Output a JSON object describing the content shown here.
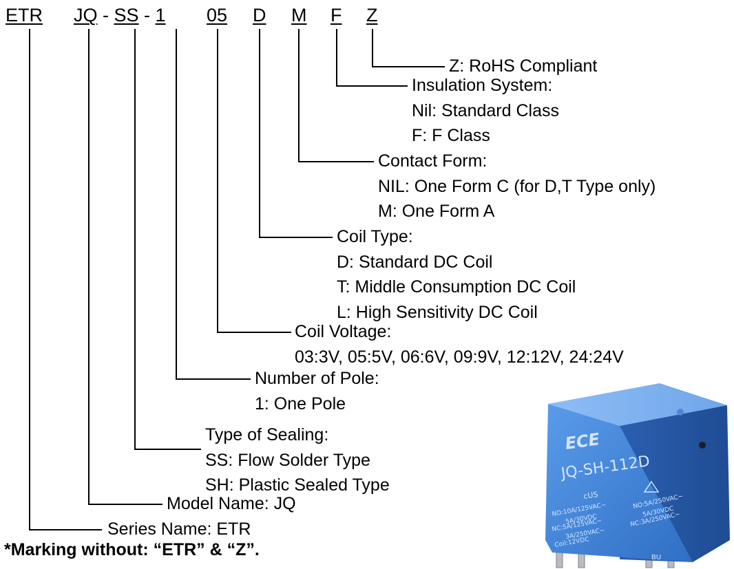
{
  "code": {
    "seg_etr": "ETR",
    "seg_jq": "JQ",
    "sep1": " - ",
    "seg_ss": "SS",
    "sep2": " - ",
    "seg_1": "1",
    "seg_05": "05",
    "seg_d": "D",
    "seg_m": "M",
    "seg_f": "F",
    "seg_z": "Z"
  },
  "z": {
    "line1": "Z: RoHS Compliant"
  },
  "f": {
    "line1": "Insulation System:",
    "line2": "Nil: Standard Class",
    "line3": "F: F Class"
  },
  "m": {
    "line1": "Contact Form:",
    "line2": "NIL: One Form C (for D,T Type only)",
    "line3": "M: One Form A"
  },
  "d": {
    "line1": "Coil Type:",
    "line2": "D: Standard DC Coil",
    "line3": "T: Middle Consumption DC Coil",
    "line4": "L: High Sensitivity DC Coil"
  },
  "voltage": {
    "line1": "Coil Voltage:",
    "line2": "03:3V, 05:5V, 06:6V, 09:9V, 12:12V, 24:24V"
  },
  "pole": {
    "line1": "Number of Pole:",
    "line2": "1: One Pole"
  },
  "sealing": {
    "line1": "Type of Sealing:",
    "line2": "SS: Flow Solder Type",
    "line3": "SH: Plastic Sealed Type"
  },
  "model": {
    "line1": "Model Name: JQ"
  },
  "series": {
    "line1": "Series Name: ETR"
  },
  "note": "*Marking without: “ETR” & “Z”.",
  "relay": {
    "brand": "ECE",
    "model": "JQ-SH-112D",
    "cert": "cUS",
    "no1": "NO:10A/125VAC~",
    "no2": "5A/30VDC",
    "nc1": "NC:5A/125VAC~",
    "nc2": "3A/250VAC~",
    "no3": "NO:5A/250VAC~",
    "no4": "5A/30VDC",
    "nc3": "NC:3A/250VAC~",
    "coil": "Coil:12VDC",
    "bu": "BU"
  },
  "colors": {
    "line": "#000000",
    "relay_body": "#3b7fd6",
    "relay_dark": "#2a5fb0",
    "relay_text": "#cfe3ff"
  }
}
